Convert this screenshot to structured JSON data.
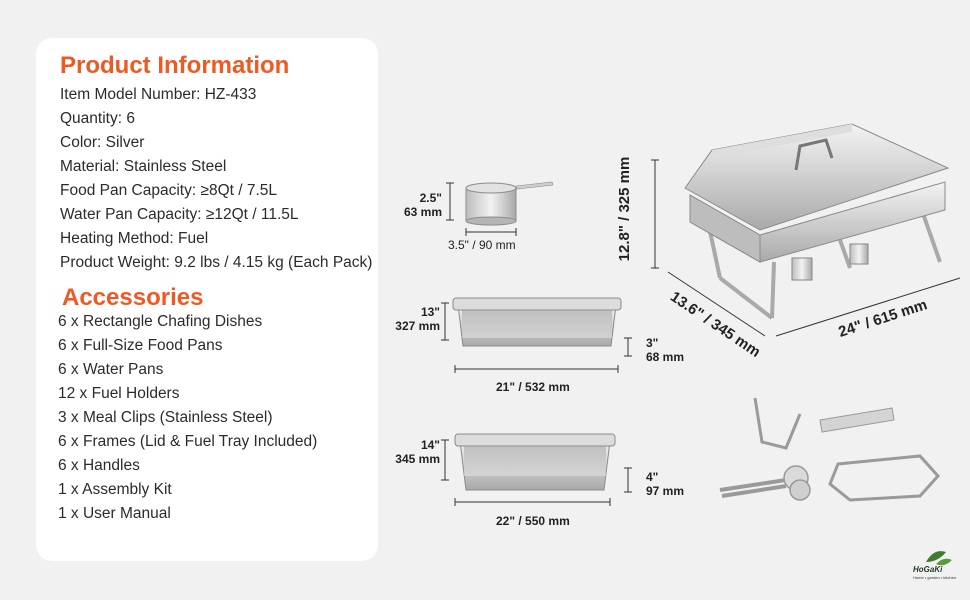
{
  "product_info": {
    "heading": "Product Information",
    "items": [
      "Item Model Number: HZ-433",
      "Quantity: 6",
      "Color: Silver",
      "Material: Stainless Steel",
      "Food Pan Capacity: ≥8Qt / 7.5L",
      "Water Pan Capacity: ≥12Qt / 11.5L",
      "Heating Method: Fuel",
      "Product Weight: 9.2 lbs / 4.15 kg (Each Pack)"
    ]
  },
  "accessories": {
    "heading": "Accessories",
    "items": [
      "6 x Rectangle Chafing Dishes",
      "6 x Full-Size Food Pans",
      "6 x Water Pans",
      "12 x Fuel Holders",
      "3 x Meal Clips (Stainless Steel)",
      "6 x Frames (Lid & Fuel Tray Included)",
      "6 x Handles",
      "1 x Assembly Kit",
      "1 x User Manual"
    ]
  },
  "dimensions": {
    "fuel_holder_h_in": "2.5\"",
    "fuel_holder_h_mm": "63 mm",
    "fuel_holder_w": "3.5\" / 90 mm",
    "food_pan_d_in": "13\"",
    "food_pan_d_mm": "327 mm",
    "food_pan_h_in": "3\"",
    "food_pan_h_mm": "68 mm",
    "food_pan_w": "21\" / 532 mm",
    "water_pan_d_in": "14\"",
    "water_pan_d_mm": "345 mm",
    "water_pan_h_in": "4\"",
    "water_pan_h_mm": "97 mm",
    "water_pan_w": "22\" / 550 mm",
    "chafer_height": "12.8\" / 325 mm",
    "chafer_depth": "13.6\" / 345 mm",
    "chafer_width": "24\" / 615 mm"
  },
  "brand": {
    "logo_text": "HoGaKi",
    "tagline": "Home • garden • kitchen"
  },
  "colors": {
    "accent": "#ee5a24",
    "card_bg": "#ffffff",
    "page_bg": "#f1f1f1",
    "steel": "#c9c9c9"
  }
}
